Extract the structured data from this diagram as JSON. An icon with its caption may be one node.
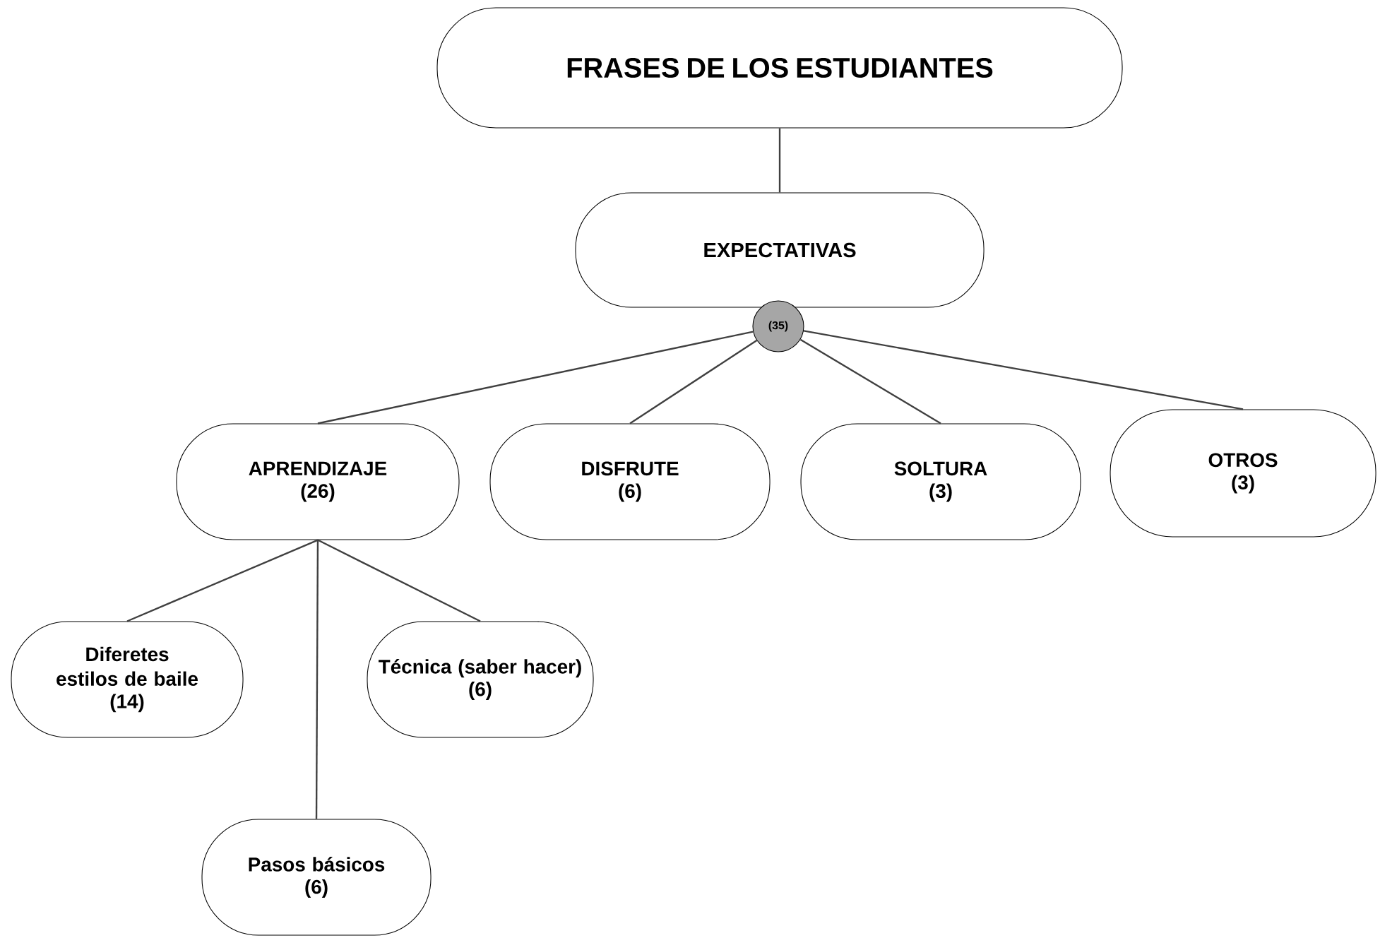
{
  "diagram": {
    "nodes": [
      {
        "text": [
          "FRASES DE LOS ESTUDIANTES"
        ]
      },
      {
        "text": [
          "EXPECTATIVAS"
        ]
      },
      {
        "text": [
          "(35)"
        ]
      },
      {
        "text": [
          "APRENDIZAJE",
          "(26)"
        ]
      },
      {
        "text": [
          "DISFRUTE",
          "(6)"
        ]
      },
      {
        "text": [
          "SOLTURA",
          "(3)"
        ]
      },
      {
        "text": [
          "OTROS",
          "(3)"
        ]
      },
      {
        "text": [
          "Diferetes estilos de baile",
          "(14)"
        ]
      },
      {
        "text": [
          "Técnica (saber hacer)",
          "(6)"
        ]
      },
      {
        "text": [
          "Pasos básicos",
          "(6)"
        ]
      }
    ],
    "edges": [
      {
        "from": 0,
        "to": 1,
        "arrow": "none"
      },
      {
        "from": 2,
        "to": 3,
        "arrow": "none"
      },
      {
        "from": 2,
        "to": 4,
        "arrow": "none"
      },
      {
        "from": 2,
        "to": 5,
        "arrow": "none"
      },
      {
        "from": 2,
        "to": 6,
        "arrow": "none"
      },
      {
        "from": 3,
        "to": 7,
        "arrow": "none"
      },
      {
        "from": 3,
        "to": 8,
        "arrow": "none"
      },
      {
        "from": 3,
        "to": 9,
        "arrow": "none"
      }
    ]
  }
}
